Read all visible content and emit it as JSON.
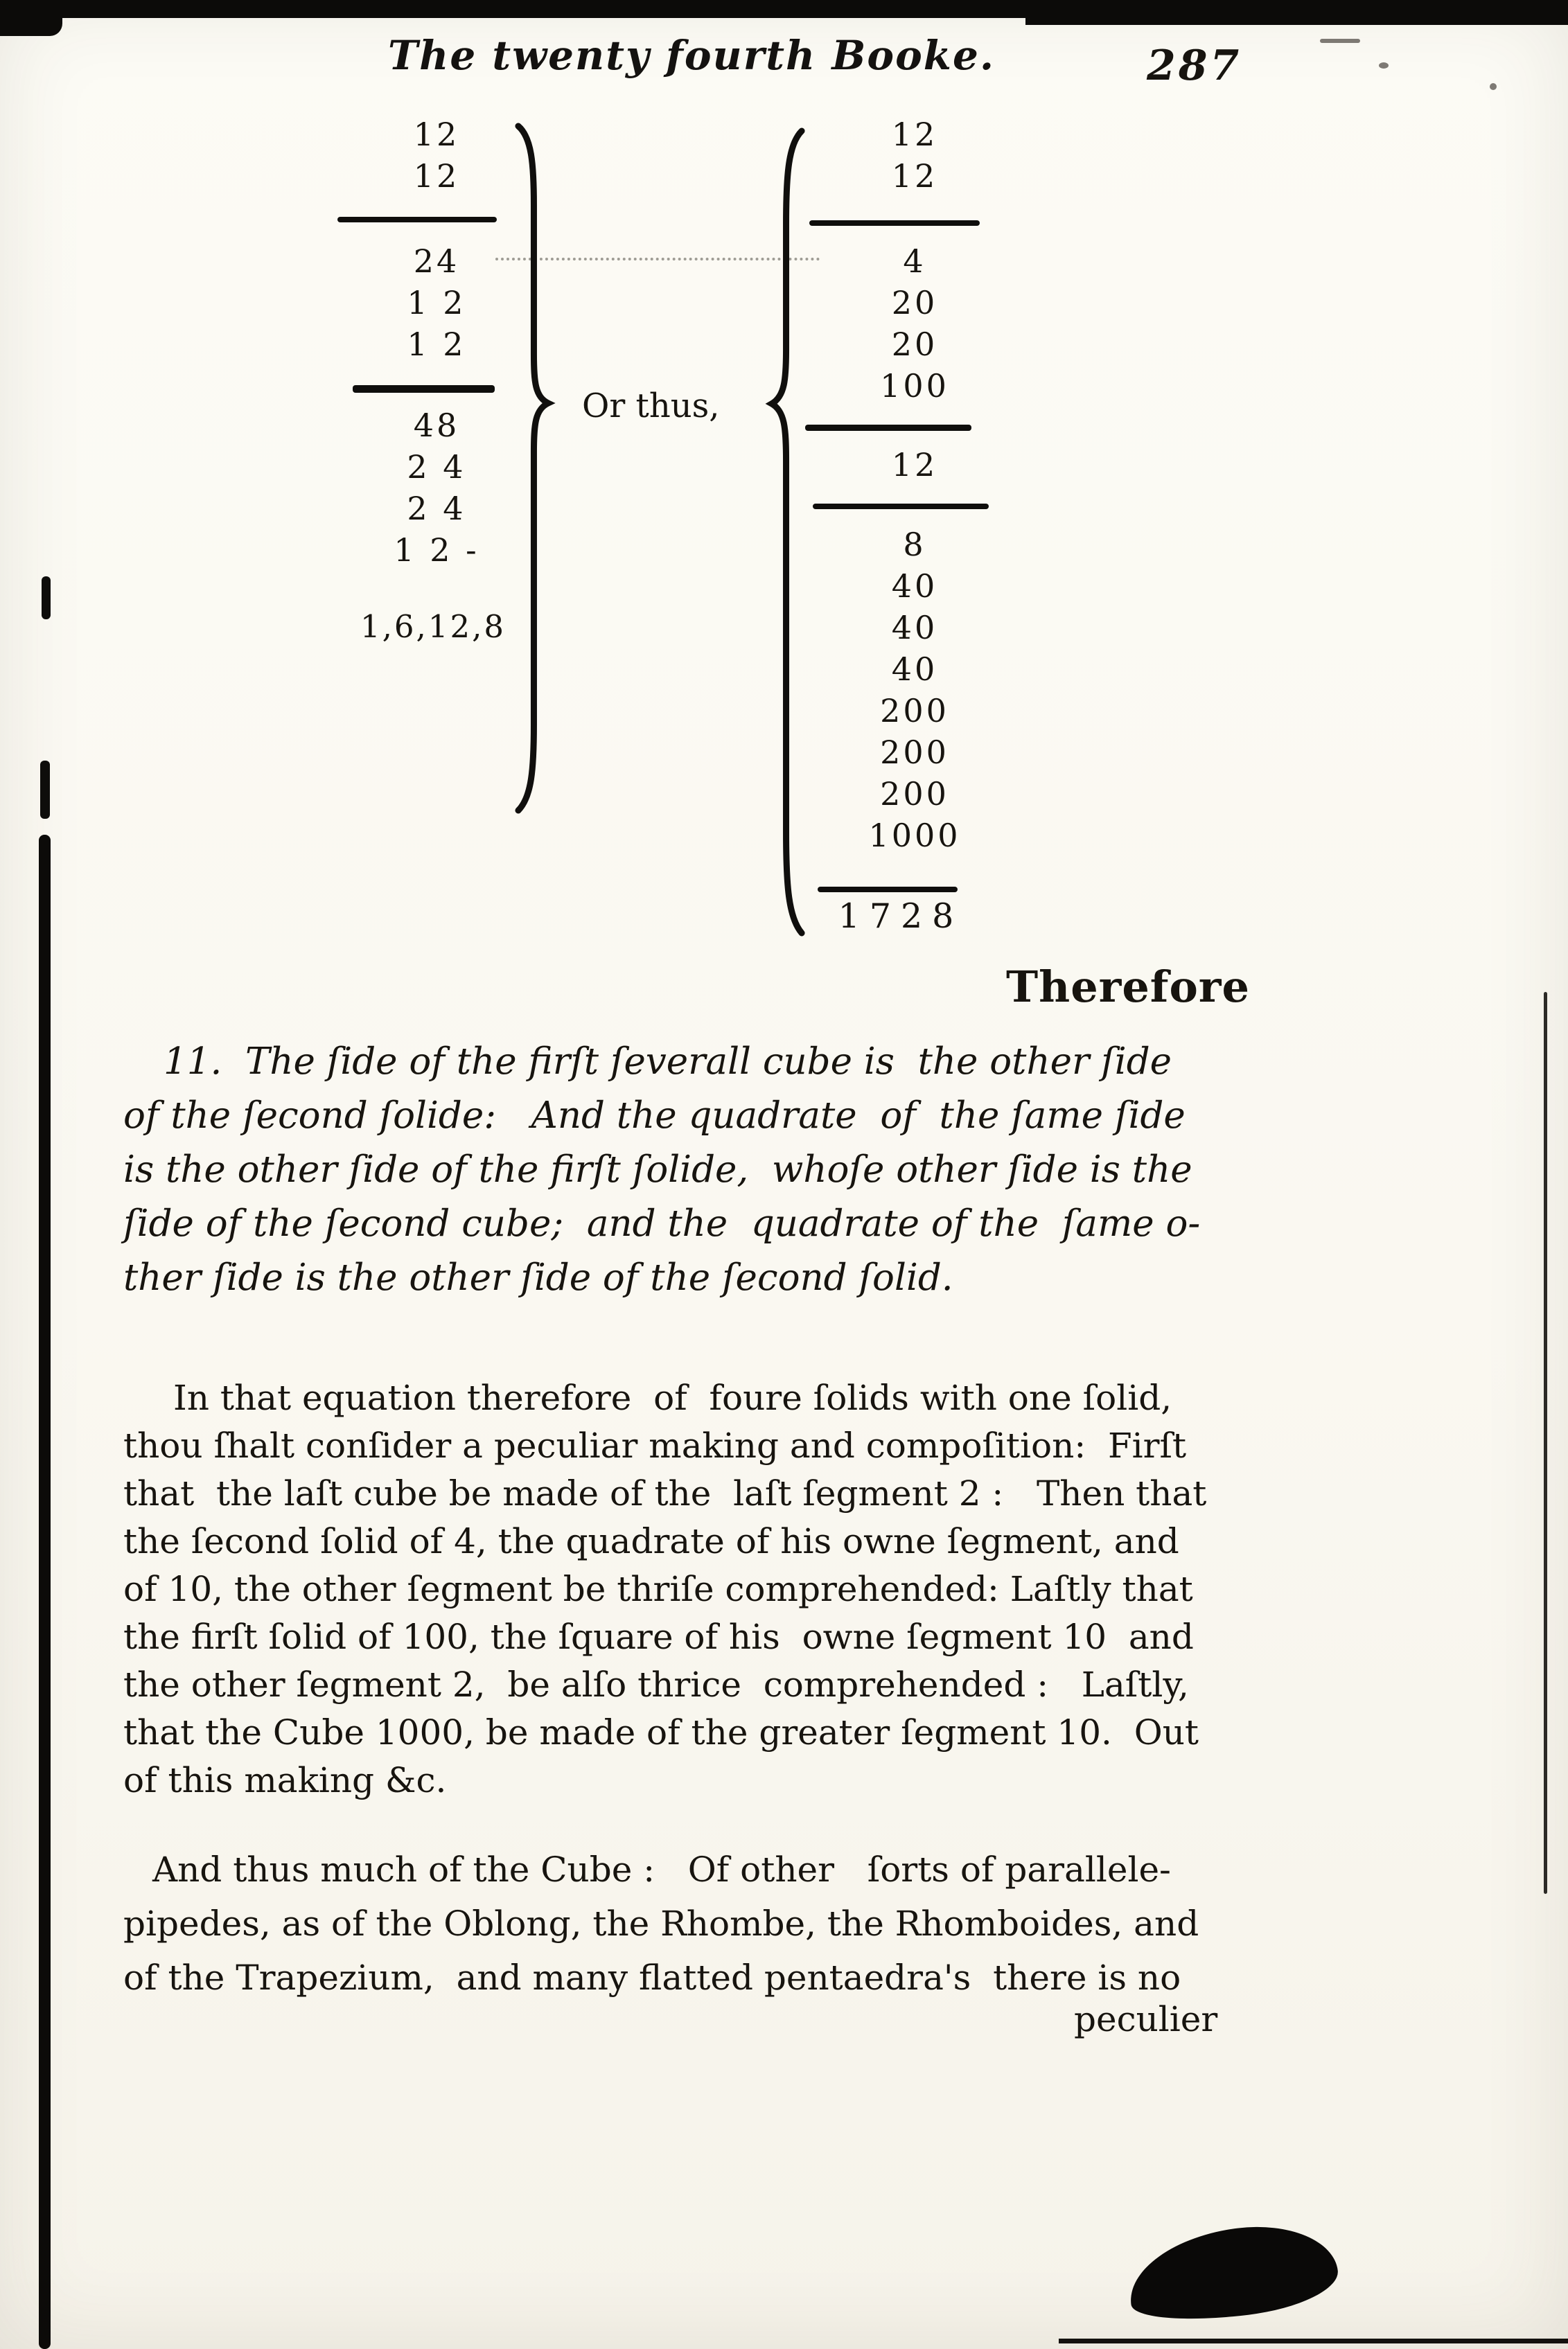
{
  "header": {
    "title": "The twenty fourth Booke.",
    "page_number": "287"
  },
  "figure": {
    "or_thus": "Or thus,",
    "left": {
      "factors": [
        "12",
        "12"
      ],
      "partial_1": [
        "24",
        "1 2",
        "1 2"
      ],
      "partial_2": [
        "48",
        "2 4",
        "2 4",
        "1 2 -"
      ],
      "result": "1,6,12,8"
    },
    "right": {
      "factors": [
        "12",
        "12"
      ],
      "partials_1": [
        "4",
        "20",
        "20",
        "100"
      ],
      "multiplier": [
        "12"
      ],
      "partials_2": [
        "8",
        "40",
        "40",
        "40",
        "200",
        "200",
        "200",
        "1000"
      ],
      "total": "1728"
    }
  },
  "therefore_label": "Therefore",
  "proposition": {
    "lines": [
      "11.  The ſide of the firſt ſeverall cube is  the other ſide",
      "of the ſecond ſolide:   And the quadrate  of  the ſame ſide",
      "is the other ſide of the firſt ſolide,  whoſe other ſide is the",
      "ſide of the ſecond cube;  and the  quadrate of the  ſame o-",
      "ther ſide is the other ſide of the ſecond ſolid."
    ]
  },
  "paragraph_1": {
    "lines": [
      "In that equation therefore  of  foure ſolids with one ſolid,",
      "thou ſhalt conſider a peculiar making and compoſition:  Firſt",
      "that  the laſt cube be made of the  laſt ſegment 2 :   Then that",
      "the ſecond ſolid of 4, the quadrate of his owne ſegment, and",
      "of 10, the other ſegment be thriſe comprehended: Laſtly that",
      "the firſt ſolid of 100, the ſquare of his  owne ſegment 10  and",
      "the other ſegment 2,  be alſo thrice  comprehended :   Laſtly,",
      "that the Cube 1000, be made of the greater ſegment 10.  Out",
      "of this making &c."
    ]
  },
  "paragraph_2": {
    "lines": [
      "And thus much of the Cube :   Of other   ſorts of parallele-",
      "pipedes, as of the Oblong, the Rhombe, the Rhomboides, and",
      "of the Trapezium,  and many flatted pentaedra's  there is no"
    ]
  },
  "catchword": "peculier"
}
